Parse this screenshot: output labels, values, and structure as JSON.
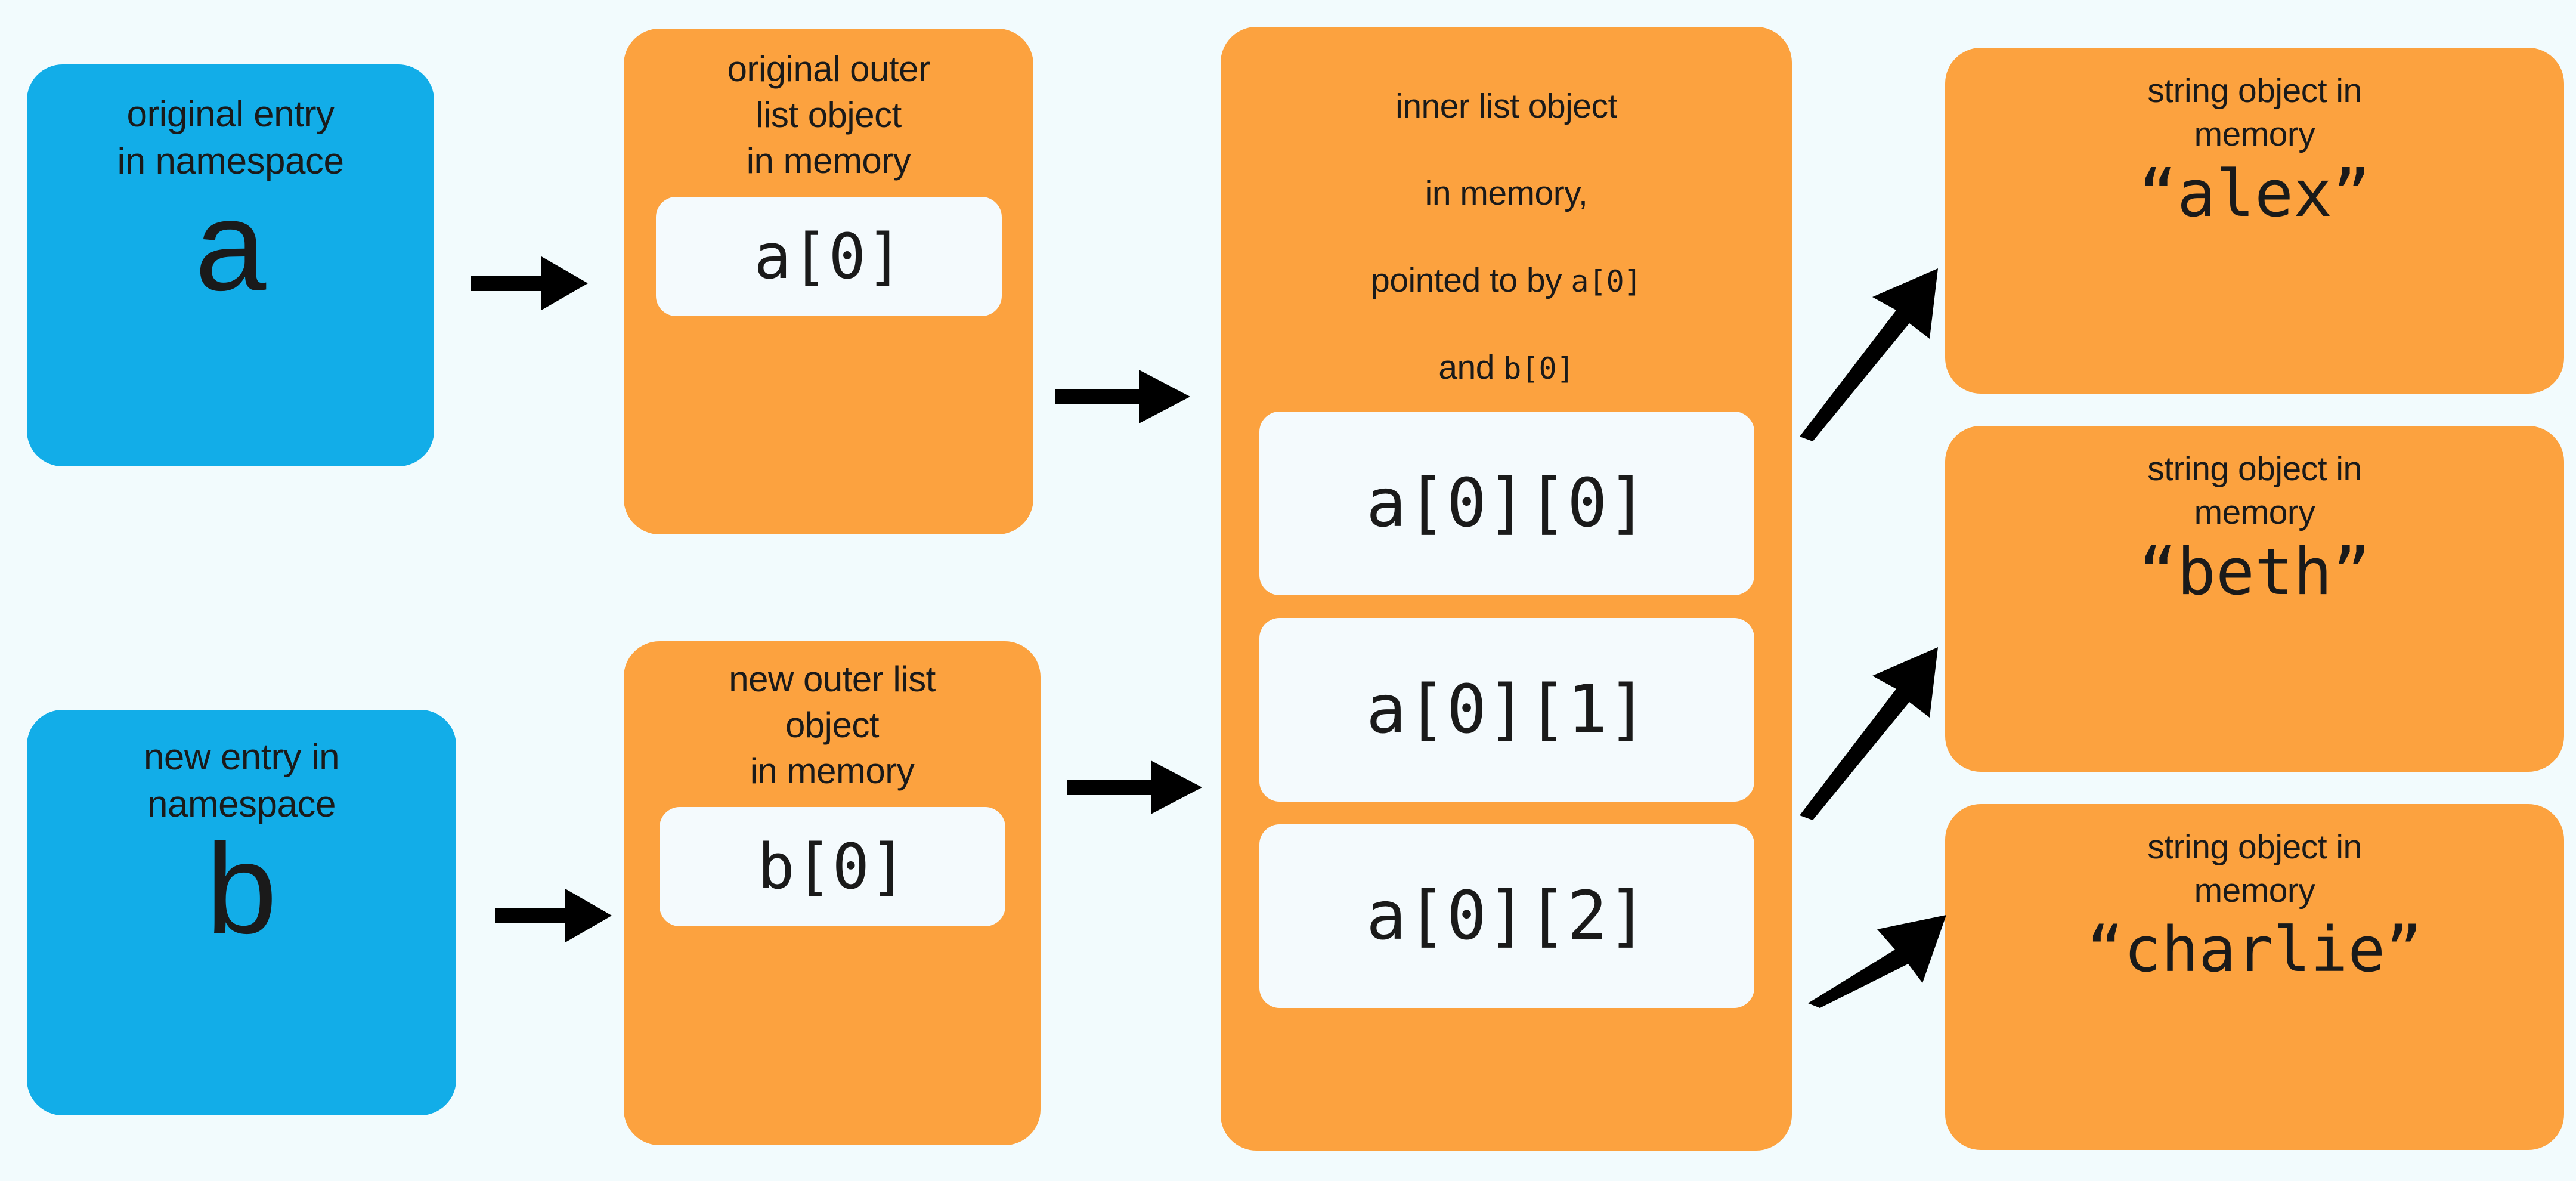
{
  "colors": {
    "background": "#f2fbfd",
    "namespace_box": "#12ade8",
    "object_box": "#fca23f",
    "slot_box": "#f4fafd",
    "text": "#1a1a1a",
    "arrow": "#000000"
  },
  "namespace_entries": [
    {
      "caption": "original entry\nin namespace",
      "variable": "a"
    },
    {
      "caption": "new entry in\nnamespace",
      "variable": "b"
    }
  ],
  "outer_lists": [
    {
      "caption": "original outer\nlist object\nin memory",
      "slot": "a[0]"
    },
    {
      "caption": "new outer list\nobject\nin memory",
      "slot": "b[0]"
    }
  ],
  "inner_list": {
    "caption_line1": "inner list object",
    "caption_line2": "in memory,",
    "caption_line3_prefix": "pointed to by ",
    "caption_line3_code": "a[0]",
    "caption_line4_prefix": "and ",
    "caption_line4_code": "b[0]",
    "slots": [
      "a[0][0]",
      "a[0][1]",
      "a[0][2]"
    ]
  },
  "string_objects": [
    {
      "caption": "string object in\nmemory",
      "value": "“alex”"
    },
    {
      "caption": "string object in\nmemory",
      "value": "“beth”"
    },
    {
      "caption": "string object in\nmemory",
      "value": "“charlie”"
    }
  ],
  "arrows": [
    {
      "name": "a-to-original-outer-list",
      "direction": "right"
    },
    {
      "name": "b-to-new-outer-list",
      "direction": "right"
    },
    {
      "name": "original-outer-to-inner",
      "direction": "right"
    },
    {
      "name": "new-outer-to-inner",
      "direction": "right"
    },
    {
      "name": "slot0-to-alex",
      "direction": "up-right"
    },
    {
      "name": "slot1-to-beth",
      "direction": "up-right"
    },
    {
      "name": "slot2-to-charlie",
      "direction": "up-right"
    }
  ]
}
